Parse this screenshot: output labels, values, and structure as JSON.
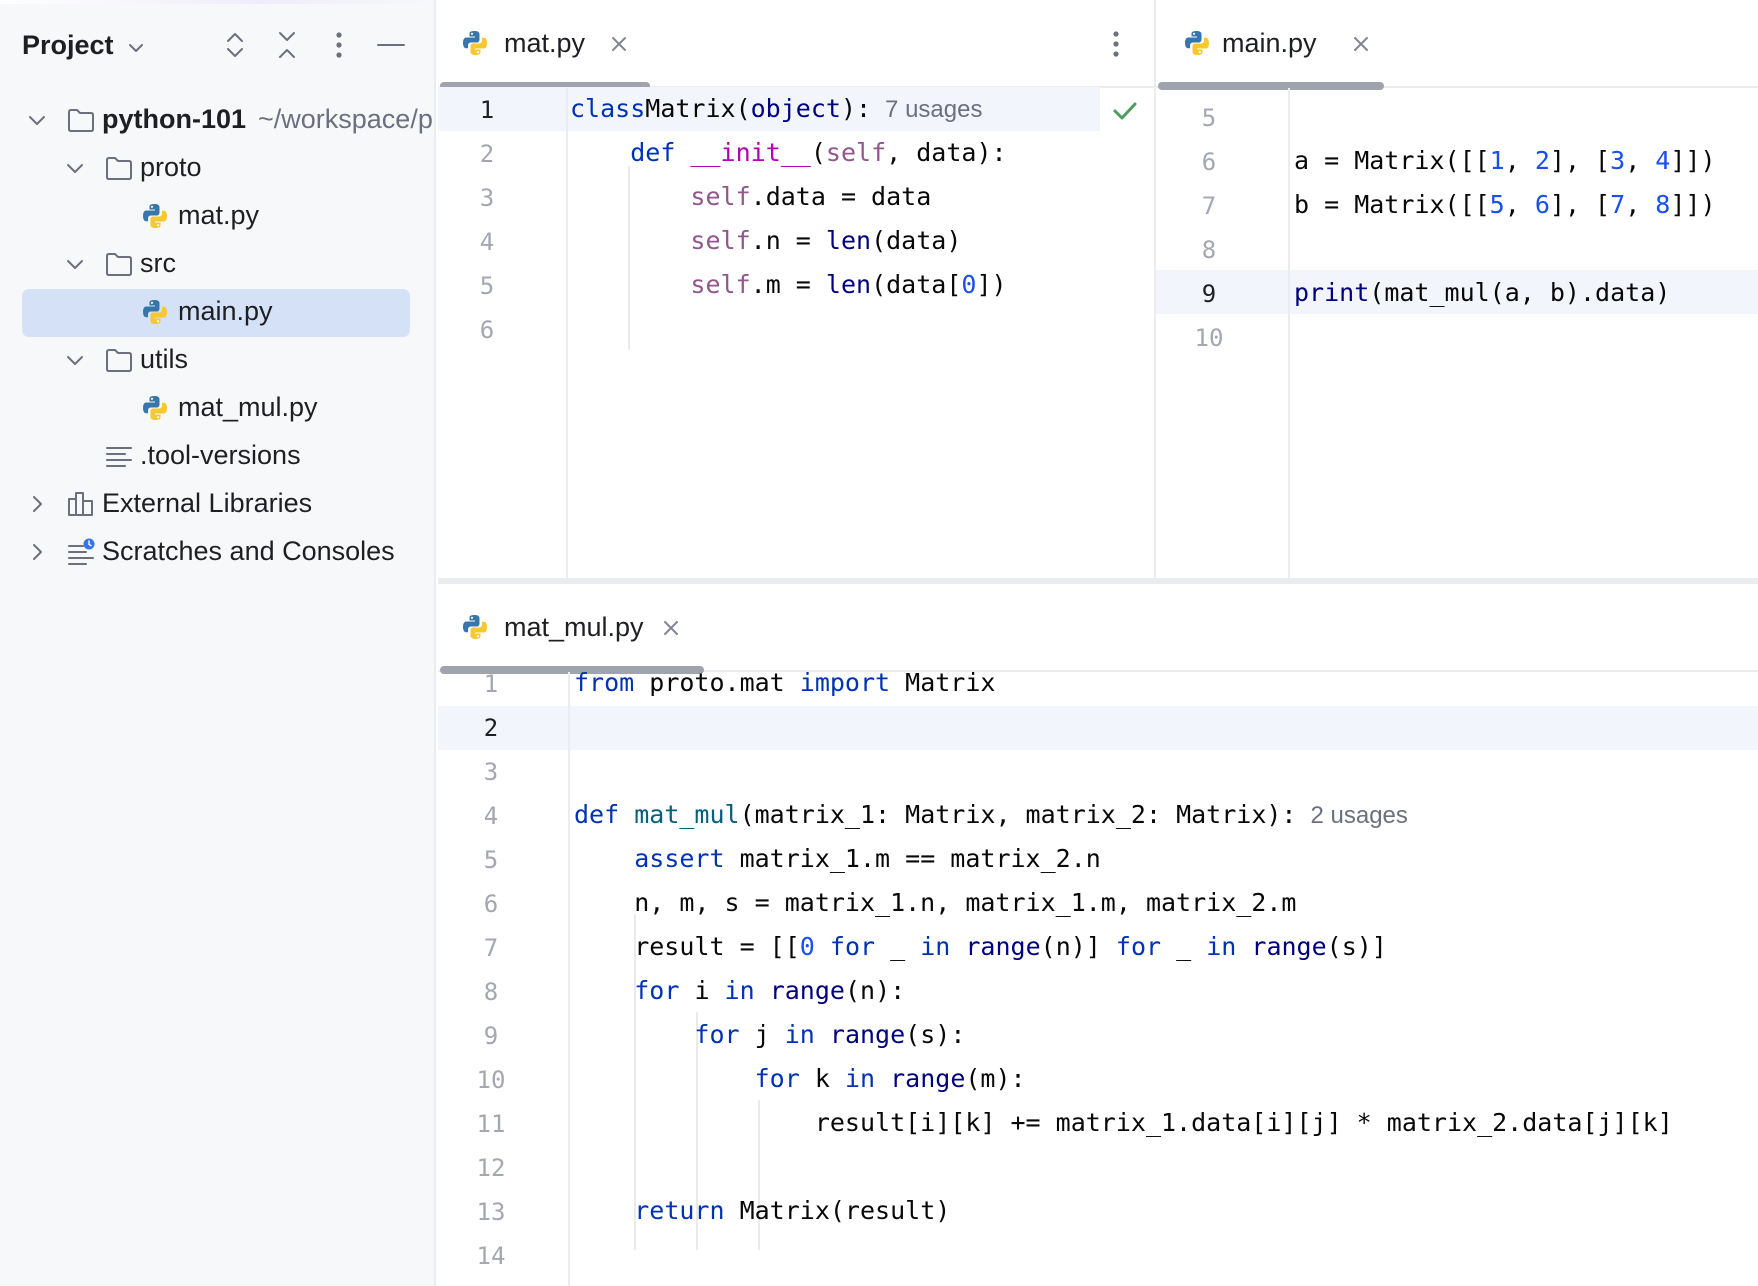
{
  "sidebar": {
    "title": "Project",
    "tree": [
      {
        "label": "python-101",
        "path": "~/workspace/p",
        "kind": "project"
      },
      {
        "label": "proto",
        "kind": "folder"
      },
      {
        "label": "mat.py",
        "kind": "python-file"
      },
      {
        "label": "src",
        "kind": "folder"
      },
      {
        "label": "main.py",
        "kind": "python-file",
        "selected": true
      },
      {
        "label": "utils",
        "kind": "folder"
      },
      {
        "label": "mat_mul.py",
        "kind": "python-file"
      },
      {
        "label": ".tool-versions",
        "kind": "text-file"
      },
      {
        "label": "External Libraries",
        "kind": "library"
      },
      {
        "label": "Scratches and Consoles",
        "kind": "scratches"
      }
    ]
  },
  "panes": {
    "mat": {
      "tab_label": "mat.py",
      "usages_hint": "7 usages",
      "line_numbers": [
        "1",
        "2",
        "3",
        "4",
        "5",
        "6"
      ]
    },
    "main": {
      "tab_label": "main.py",
      "line_numbers": [
        "5",
        "6",
        "7",
        "8",
        "9",
        "10"
      ]
    },
    "mat_mul": {
      "tab_label": "mat_mul.py",
      "usages_hint": "2 usages",
      "line_numbers": [
        "1",
        "2",
        "3",
        "4",
        "5",
        "6",
        "7",
        "8",
        "9",
        "10",
        "11",
        "12",
        "13",
        "14"
      ]
    }
  },
  "code": {
    "mat": [
      [
        [
          "k",
          "class"
        ],
        [
          "",
          "Matrix("
        ],
        [
          "b",
          "object"
        ],
        [
          "",
          "):"
        ]
      ],
      [
        [
          "",
          "    "
        ],
        [
          "k",
          "def "
        ],
        [
          "dunder",
          "__init__"
        ],
        [
          "",
          "("
        ],
        [
          "s",
          "self"
        ],
        [
          "",
          ", data):"
        ]
      ],
      [
        [
          "",
          "        "
        ],
        [
          "s",
          "self"
        ],
        [
          "",
          ".data = data"
        ]
      ],
      [
        [
          "",
          "        "
        ],
        [
          "s",
          "self"
        ],
        [
          "",
          ".n = "
        ],
        [
          "b",
          "len"
        ],
        [
          "",
          "(data)"
        ]
      ],
      [
        [
          "",
          "        "
        ],
        [
          "s",
          "self"
        ],
        [
          "",
          ".m = "
        ],
        [
          "b",
          "len"
        ],
        [
          "",
          "(data["
        ],
        [
          "n",
          "0"
        ],
        [
          "",
          "])"
        ]
      ],
      []
    ],
    "main": [
      [],
      [
        [
          "",
          "a = Matrix([["
        ],
        [
          "n",
          "1"
        ],
        [
          "",
          ", "
        ],
        [
          "n",
          "2"
        ],
        [
          "",
          "], ["
        ],
        [
          "n",
          "3"
        ],
        [
          "",
          ", "
        ],
        [
          "n",
          "4"
        ],
        [
          "",
          "]])"
        ]
      ],
      [
        [
          "",
          "b = Matrix([["
        ],
        [
          "n",
          "5"
        ],
        [
          "",
          ", "
        ],
        [
          "n",
          "6"
        ],
        [
          "",
          "], ["
        ],
        [
          "n",
          "7"
        ],
        [
          "",
          ", "
        ],
        [
          "n",
          "8"
        ],
        [
          "",
          "]])"
        ]
      ],
      [],
      [
        [
          "b",
          "print"
        ],
        [
          "",
          "(mat_mul(a, b).data)"
        ]
      ],
      []
    ],
    "mat_mul": [
      [
        [
          "k",
          "from "
        ],
        [
          "",
          "proto.mat "
        ],
        [
          "k",
          "import "
        ],
        [
          "",
          "Matrix"
        ]
      ],
      [],
      [],
      [
        [
          "k",
          "def "
        ],
        [
          "f",
          "mat_mul"
        ],
        [
          "",
          "(matrix_1: Matrix, matrix_2: Matrix):"
        ]
      ],
      [
        [
          "",
          "    "
        ],
        [
          "k",
          "assert "
        ],
        [
          "",
          "matrix_1.m == matrix_2.n"
        ]
      ],
      [
        [
          "",
          "    n, m, s = matrix_1.n, matrix_1.m, matrix_2.m"
        ]
      ],
      [
        [
          "",
          "    result = [["
        ],
        [
          "n",
          "0"
        ],
        [
          "k",
          " for "
        ],
        [
          "",
          "_ "
        ],
        [
          "k",
          "in "
        ],
        [
          "b",
          "range"
        ],
        [
          "",
          "(n)] "
        ],
        [
          "k",
          "for "
        ],
        [
          "",
          "_ "
        ],
        [
          "k",
          "in "
        ],
        [
          "b",
          "range"
        ],
        [
          "",
          "(s)]"
        ]
      ],
      [
        [
          "",
          "    "
        ],
        [
          "k",
          "for "
        ],
        [
          "",
          "i "
        ],
        [
          "k",
          "in "
        ],
        [
          "b",
          "range"
        ],
        [
          "",
          "(n):"
        ]
      ],
      [
        [
          "",
          "        "
        ],
        [
          "k",
          "for "
        ],
        [
          "",
          "j "
        ],
        [
          "k",
          "in "
        ],
        [
          "b",
          "range"
        ],
        [
          "",
          "(s):"
        ]
      ],
      [
        [
          "",
          "            "
        ],
        [
          "k",
          "for "
        ],
        [
          "",
          "k "
        ],
        [
          "k",
          "in "
        ],
        [
          "b",
          "range"
        ],
        [
          "",
          "(m):"
        ]
      ],
      [
        [
          "",
          "                result[i][k] += matrix_1.data[i][j] * matrix_2.data[j][k]"
        ]
      ],
      [],
      [
        [
          "",
          "    "
        ],
        [
          "k",
          "return "
        ],
        [
          "",
          "Matrix(result)"
        ]
      ],
      []
    ]
  },
  "colors": {
    "keyword": "#0033b3",
    "function": "#00627a",
    "self": "#94558d",
    "number": "#1750eb",
    "builtin": "#000080",
    "dunder": "#b200b2",
    "selection": "#d5e1f6",
    "current_line": "#f2f5fb",
    "inspection_ok": "#4a9d5b"
  },
  "icons": {
    "project_dropdown": "chevron-down-icon",
    "expand_all": "expand-all-icon",
    "collapse_all": "collapse-all-icon",
    "options": "more-vertical-icon",
    "hide": "minimize-icon",
    "inspection": "check-icon"
  }
}
